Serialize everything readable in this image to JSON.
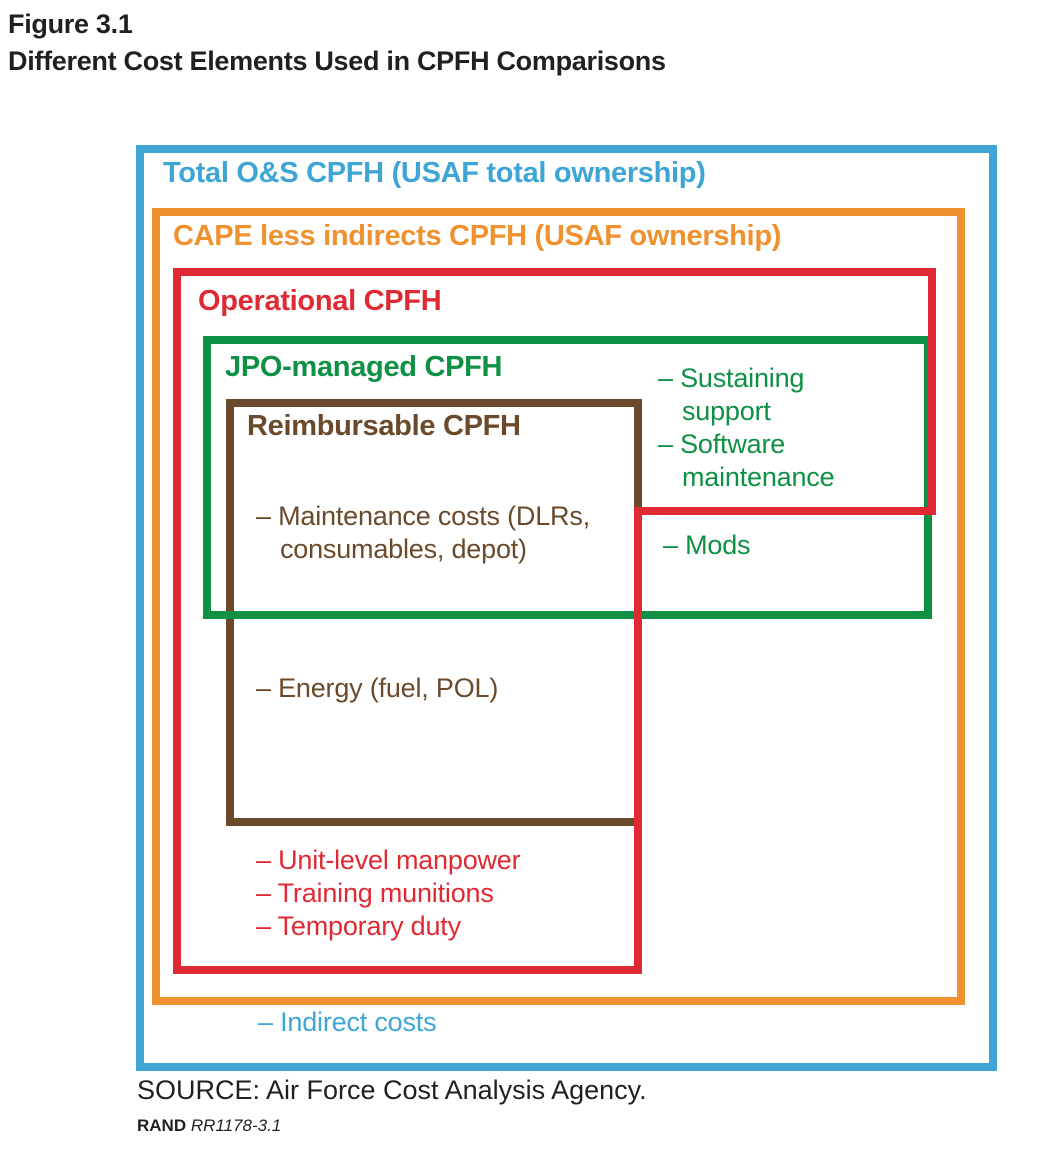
{
  "figure": {
    "label": "Figure 3.1",
    "title": "Different Cost Elements Used in CPFH Comparisons"
  },
  "colors": {
    "blue": "#3EA5D4",
    "orange": "#F0912F",
    "red": "#E02A33",
    "green": "#0E9144",
    "brown": "#6A4A2B",
    "text": "#231F20"
  },
  "boxes": {
    "total": {
      "label": "Total O&S CPFH (USAF total ownership)"
    },
    "cape": {
      "label": "CAPE less indirects CPFH (USAF ownership)"
    },
    "operational": {
      "label": "Operational CPFH"
    },
    "jpo": {
      "label": "JPO-managed CPFH"
    },
    "reimbursable": {
      "label": "Reimbursable CPFH"
    }
  },
  "items": {
    "jpo_side": [
      "– Sustaining support",
      "– Software maintenance"
    ],
    "mods": "– Mods",
    "maintenance": "– Maintenance costs (DLRs, consumables, depot)",
    "energy": "– Energy (fuel, POL)",
    "operational_list": [
      "– Unit-level manpower",
      "– Training munitions",
      "– Temporary duty"
    ],
    "indirect": "– Indirect costs"
  },
  "footer": {
    "source": "SOURCE: Air Force Cost Analysis Agency.",
    "brand": "RAND",
    "doc_id": "RR1178-3.1"
  }
}
